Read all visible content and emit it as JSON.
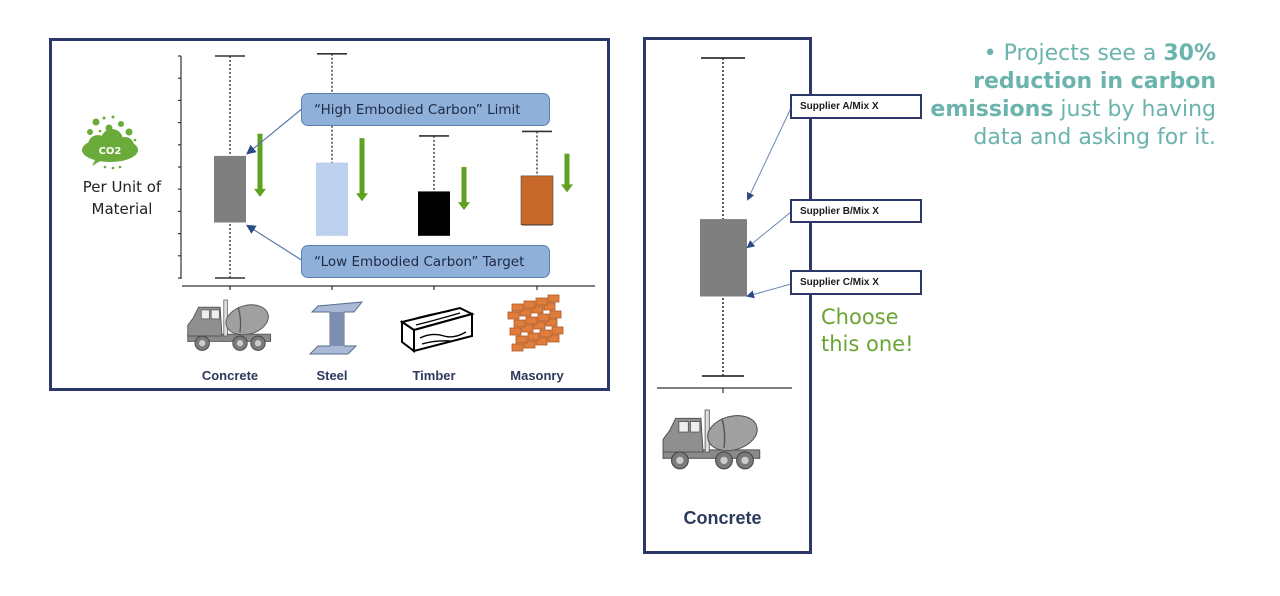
{
  "left_panel": {
    "y_axis_label": [
      "Per Unit of",
      "Material"
    ],
    "co2_icon_label": "CO2",
    "callouts": {
      "high": "“High Embodied Carbon”  Limit",
      "low": "“Low Embodied Carbon” Target"
    }
  },
  "right_panel": {
    "suppliers": [
      "Supplier A/Mix X",
      "Supplier B/Mix X",
      "Supplier C/Mix X"
    ],
    "choose_text": [
      "Choose",
      "this one!"
    ],
    "category_label": "Concrete"
  },
  "bullet": {
    "prefix": "•  Projects see a ",
    "bold1": "30% reduction in carbon emissions",
    "suffix": " just by having data and asking for it."
  },
  "colors": {
    "frame": "#2c386a",
    "green_arrow": "#5fa123",
    "callout_fill": "#8fb0d9",
    "bullet_text": "#6bb3ad",
    "choose_text": "#6aa532"
  },
  "chart_data": [
    {
      "type": "box",
      "title": "",
      "ylabel": "CO2 Per Unit of Material",
      "xlabel": "",
      "ylim": [
        0,
        10
      ],
      "grid": false,
      "categories": [
        "Concrete",
        "Steel",
        "Timber",
        "Masonry"
      ],
      "series": [
        {
          "name": "Concrete",
          "min": 0.0,
          "q1": 2.5,
          "q3": 5.5,
          "max": 10.0,
          "color": "#7f7f7f",
          "reduction_arrow": [
            6.5,
            3.7
          ]
        },
        {
          "name": "Steel",
          "min": 1.9,
          "q1": 1.9,
          "q3": 5.2,
          "max": 10.1,
          "color": "#bdd0ee",
          "reduction_arrow": [
            6.3,
            3.5
          ]
        },
        {
          "name": "Timber",
          "min": 1.9,
          "q1": 1.9,
          "q3": 3.9,
          "max": 6.4,
          "color": "#000000",
          "reduction_arrow": [
            5.0,
            3.1
          ]
        },
        {
          "name": "Masonry",
          "min": 2.4,
          "q1": 2.4,
          "q3": 4.6,
          "max": 6.6,
          "color": "#c8692c",
          "reduction_arrow": [
            5.6,
            3.9
          ]
        }
      ],
      "annotations": [
        "“High Embodied Carbon”  Limit",
        "“Low Embodied Carbon” Target"
      ]
    },
    {
      "type": "box",
      "title": "",
      "categories": [
        "Concrete"
      ],
      "ylim": [
        0,
        10
      ],
      "series": [
        {
          "name": "Concrete",
          "min": 0.0,
          "q1": 2.5,
          "q3": 5.5,
          "max": 10.0,
          "color": "#7f7f7f"
        }
      ],
      "annotations": [
        {
          "label": "Supplier A/Mix X",
          "value": 5.5
        },
        {
          "label": "Supplier B/Mix X",
          "value": 4.0
        },
        {
          "label": "Supplier C/Mix X",
          "value": 2.5
        }
      ]
    }
  ]
}
